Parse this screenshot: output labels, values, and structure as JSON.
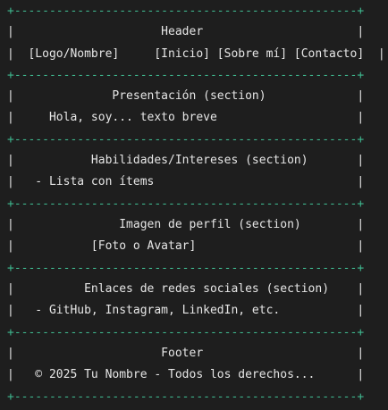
{
  "colors": {
    "background": "#1e1e1e",
    "border": "#3fb88f",
    "text": "#e6e6e6"
  },
  "border_line": "+-------------------------------------------------+",
  "rows": [
    {
      "name": "header-title",
      "text": "|                     Header                      |"
    },
    {
      "name": "header-nav",
      "text": "|  [Logo/Nombre]     [Inicio] [Sobre mí] [Contacto]  |"
    },
    {
      "name": "presentacion-title",
      "text": "|              Presentación (section)             |"
    },
    {
      "name": "presentacion-text",
      "text": "|     Hola, soy... texto breve                    |"
    },
    {
      "name": "habilidades-title",
      "text": "|           Habilidades/Intereses (section)       |"
    },
    {
      "name": "habilidades-text",
      "text": "|   - Lista con ítems                             |"
    },
    {
      "name": "imagen-title",
      "text": "|               Imagen de perfil (section)        |"
    },
    {
      "name": "imagen-text",
      "text": "|           [Foto o Avatar]                       |"
    },
    {
      "name": "redes-title",
      "text": "|          Enlaces de redes sociales (section)    |"
    },
    {
      "name": "redes-text",
      "text": "|   - GitHub, Instagram, LinkedIn, etc.           |"
    },
    {
      "name": "footer-title",
      "text": "|                     Footer                      |"
    },
    {
      "name": "footer-text",
      "text": "|   © 2025 Tu Nombre - Todos los derechos...      |"
    }
  ]
}
